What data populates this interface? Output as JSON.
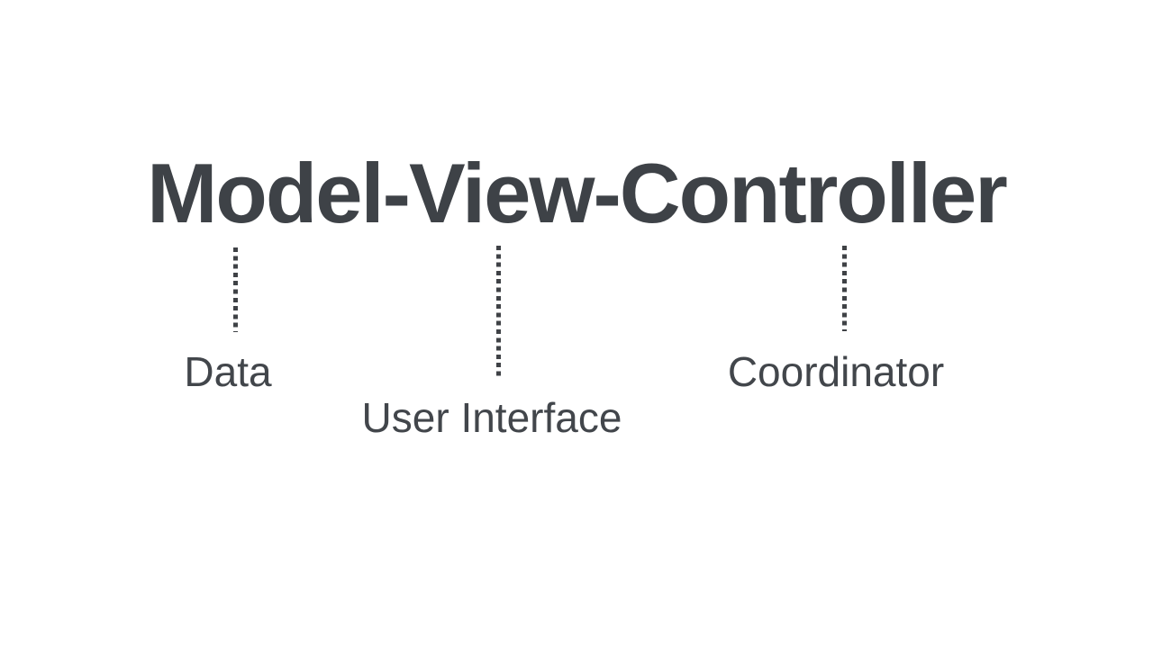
{
  "slide": {
    "background_color": "#ffffff",
    "text_color": "#3e4247",
    "label_color": "#42464b"
  },
  "title": {
    "text": "Model-View-Controller"
  },
  "annotations": [
    {
      "component": "Model",
      "label": "Data"
    },
    {
      "component": "View",
      "label": "User Interface"
    },
    {
      "component": "Controller",
      "label": "Coordinator"
    }
  ]
}
